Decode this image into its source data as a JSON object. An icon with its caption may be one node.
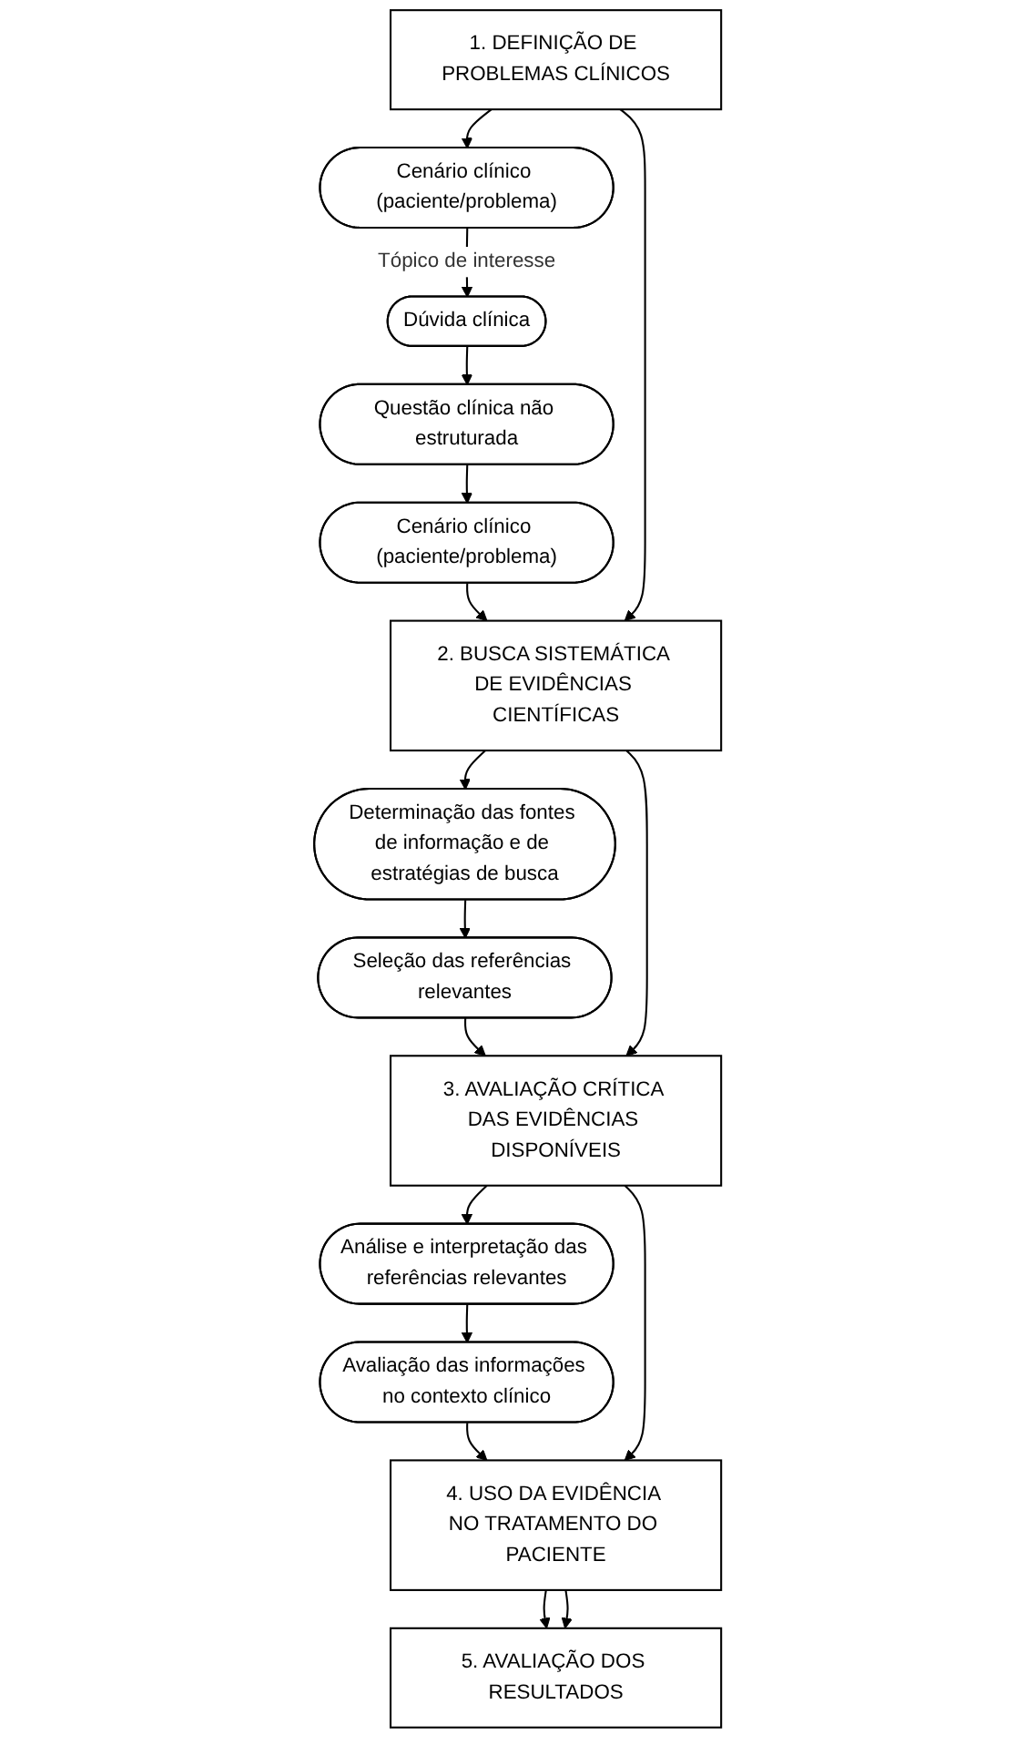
{
  "diagram": {
    "nodes": [
      {
        "text": [
          "1. DEFINIÇÃO DE PROBLEMAS CLÍNICOS"
        ]
      },
      {
        "text": [
          "Cenário clínico (paciente/problema)"
        ]
      },
      {
        "text": [
          "Dúvida clínica"
        ]
      },
      {
        "text": [
          "Questão clínica não estruturada"
        ]
      },
      {
        "text": [
          "Cenário clínico (paciente/problema)"
        ]
      },
      {
        "text": [
          "2. BUSCA SISTEMÁTICA DE EVIDÊNCIAS CIENTÍFICAS"
        ]
      },
      {
        "text": [
          "Determinação das fontes de informação e de estratégias de busca"
        ]
      },
      {
        "text": [
          "Seleção das referências relevantes"
        ]
      },
      {
        "text": [
          "3. AVALIAÇÃO CRÍTICA DAS EVIDÊNCIAS DISPONÍVEIS"
        ]
      },
      {
        "text": [
          "Análise e interpretação das referências relevantes"
        ]
      },
      {
        "text": [
          "Avaliação das informações no contexto clínico"
        ]
      },
      {
        "text": [
          "4. USO DA EVIDÊNCIA NO TRATAMENTO DO PACIENTE"
        ]
      },
      {
        "text": [
          "5. AVALIAÇÃO DOS RESULTADOS"
        ]
      }
    ],
    "edges": [
      {
        "from": 0,
        "to": 1,
        "arrow": "to"
      },
      {
        "from": 1,
        "to": 2,
        "arrow": "to",
        "label": "Tópico de interesse"
      },
      {
        "from": 2,
        "to": 3,
        "arrow": "to"
      },
      {
        "from": 3,
        "to": 4,
        "arrow": "to"
      },
      {
        "from": 4,
        "to": 5,
        "arrow": "to"
      },
      {
        "from": 0,
        "to": 5,
        "arrow": "to"
      },
      {
        "from": 5,
        "to": 6,
        "arrow": "to"
      },
      {
        "from": 6,
        "to": 7,
        "arrow": "to"
      },
      {
        "from": 7,
        "to": 8,
        "arrow": "to"
      },
      {
        "from": 5,
        "to": 8,
        "arrow": "to"
      },
      {
        "from": 8,
        "to": 9,
        "arrow": "to"
      },
      {
        "from": 9,
        "to": 10,
        "arrow": "to"
      },
      {
        "from": 10,
        "to": 11,
        "arrow": "to"
      },
      {
        "from": 8,
        "to": 11,
        "arrow": "to"
      },
      {
        "from": 11,
        "to": 12,
        "arrow": "to"
      },
      {
        "from": 11,
        "to": 12,
        "arrow": "to"
      }
    ]
  }
}
